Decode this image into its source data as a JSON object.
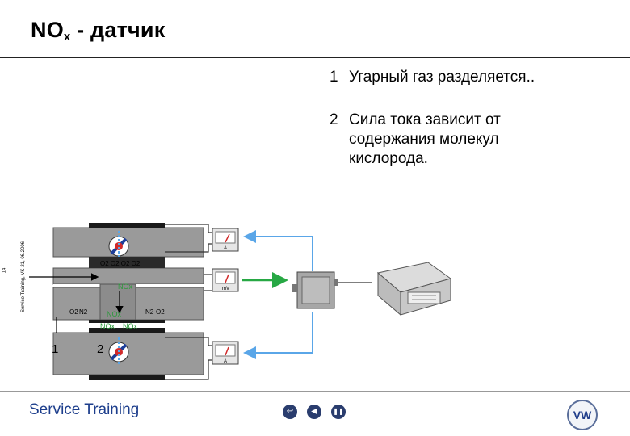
{
  "slide": {
    "title_main": "NO",
    "title_sub": "x",
    "title_rest": " - датчик",
    "notes": [
      {
        "num": "1",
        "text": "Угарный газ разделяется.."
      },
      {
        "num": "2",
        "text": "Сила тока зависит от содержания молекул кислорода."
      }
    ],
    "side_caption": "Service Training, VK-21, 06.2006",
    "side_page": "14",
    "brand": "Service Training",
    "logo_text": "VW"
  },
  "diagram": {
    "o2_top": "O2 O2 O2 O2",
    "nox_upper": "NOx",
    "o2_left": "O2",
    "n2_left": "N2",
    "n2_right": "N2",
    "o2_right": "O2",
    "nox_lower": "NOx",
    "nox_bottom_a": "NOx",
    "nox_bottom_b": "NOx",
    "chamber1": "1",
    "chamber2": "2",
    "meter_top_unit": "A",
    "meter_mid_unit": "mV",
    "meter_bot_unit": "A",
    "colors": {
      "arrow_blue": "#5aa6e8",
      "arrow_green": "#27a844",
      "nox_green": "#2b9a3a"
    }
  },
  "nav": {
    "back_icon": "return-arrow-icon",
    "prev_icon": "prev-triangle-icon",
    "pause_icon": "pause-icon",
    "back_glyph": "↩",
    "prev_glyph": "◀",
    "pause_glyph": "❚❚"
  }
}
